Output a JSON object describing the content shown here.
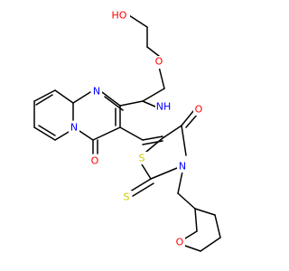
{
  "molecule": {
    "background_color": "#ffffff",
    "bond_color": "#000000",
    "atom_labels": {
      "O_hydroxyl": {
        "text": "HO",
        "color": "#ff0000"
      },
      "O_ether": {
        "text": "O",
        "color": "#ff0000"
      },
      "N_amine": {
        "text": "NH",
        "color": "#0000ff"
      },
      "N_ring_pyrimidine": {
        "text": "N",
        "color": "#0000ff"
      },
      "N_ring_bridgehead": {
        "text": "N",
        "color": "#0000ff"
      },
      "O_carbonyl_pyrimidinone": {
        "text": "O",
        "color": "#ff0000"
      },
      "S_thiazolidine": {
        "text": "S",
        "color": "#cccc00"
      },
      "O_carbonyl_thiazolidinone": {
        "text": "O",
        "color": "#ff0000"
      },
      "N_thiazolidine": {
        "text": "N",
        "color": "#0000ff"
      },
      "S_thioxo": {
        "text": "S",
        "color": "#cccc00"
      },
      "O_thf": {
        "text": "O",
        "color": "#ff0000"
      }
    }
  }
}
